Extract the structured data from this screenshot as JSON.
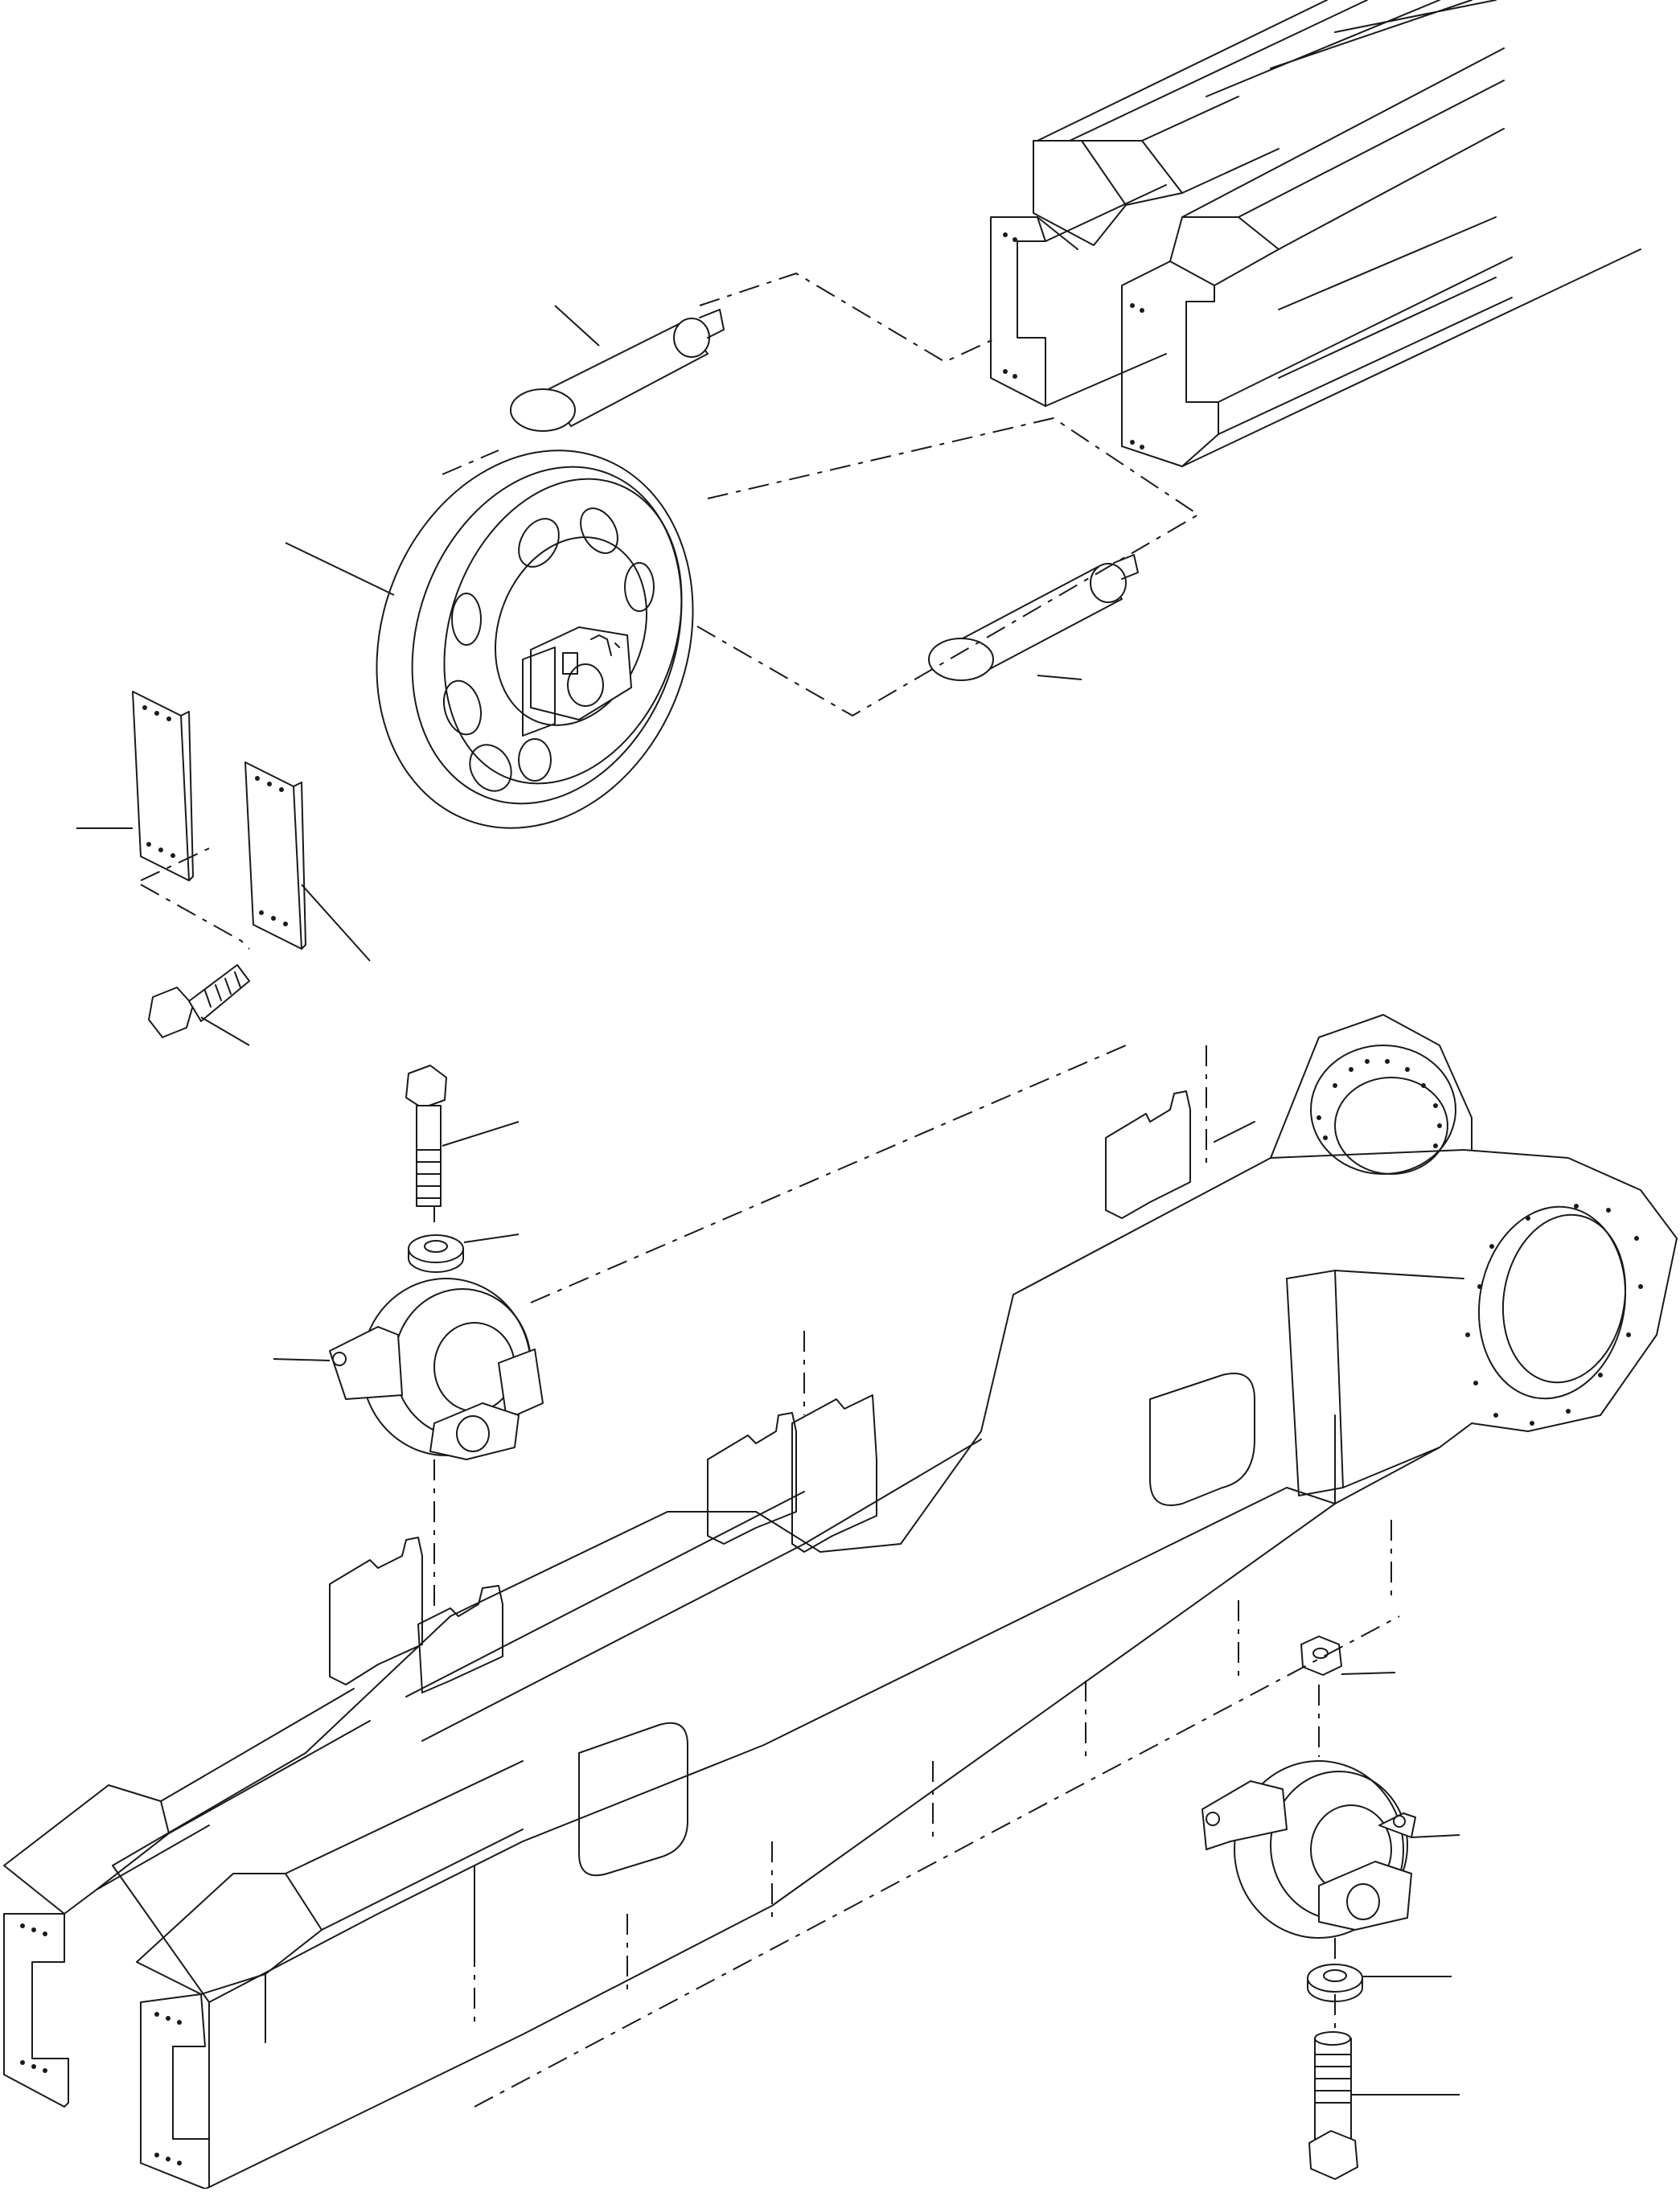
{
  "drawing": {
    "kind": "exploded parts diagram",
    "callout_count": 14
  },
  "colors": {
    "ink": "#1a1a1a",
    "paper": "#ffffff"
  },
  "parts": [
    {
      "id": "upper-track-frame-end",
      "icon": "track-frame-icon"
    },
    {
      "id": "front-idler-axle-upper",
      "icon": "axle-icon"
    },
    {
      "id": "front-idler",
      "icon": "idler-wheel-icon"
    },
    {
      "id": "front-idler-axle-lower",
      "icon": "axle-icon"
    },
    {
      "id": "guide-plate-left",
      "icon": "plate-icon"
    },
    {
      "id": "guide-plate-right",
      "icon": "plate-icon"
    },
    {
      "id": "guide-plate-bolt",
      "icon": "bolt-icon"
    },
    {
      "id": "roller-bolt-upper",
      "icon": "bolt-icon"
    },
    {
      "id": "roller-washer-upper",
      "icon": "washer-icon"
    },
    {
      "id": "carrier-roller",
      "icon": "roller-icon"
    },
    {
      "id": "track-frame",
      "icon": "track-frame-icon"
    },
    {
      "id": "roller-nut",
      "icon": "nut-icon"
    },
    {
      "id": "track-roller",
      "icon": "roller-icon"
    },
    {
      "id": "roller-washer-lower",
      "icon": "washer-icon"
    },
    {
      "id": "roller-bolt-lower",
      "icon": "bolt-icon"
    }
  ]
}
